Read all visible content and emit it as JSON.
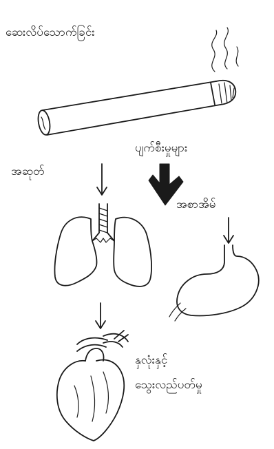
{
  "labels": {
    "title": "ဆေးလိပ်သောက်ခြင်း",
    "harm": "ပျက်စီးမှုများ",
    "lungs": "အဆုတ်",
    "stomach": "အစာအိမ်",
    "heart_line1": "နှလုံးနှင့်",
    "heart_line2": "သွေးလည်ပတ်မှု"
  },
  "icons": [
    "cigarette-icon",
    "smoke-icon",
    "down-arrow-icon",
    "lungs-icon",
    "stomach-icon",
    "heart-icon"
  ]
}
